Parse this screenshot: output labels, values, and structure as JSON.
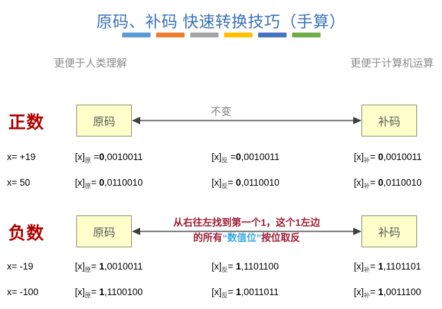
{
  "title": "原码、补码 快速转换技巧（手算）",
  "accent_colors": {
    "title": "#3b73b9",
    "section_label": "#b00000",
    "annotation": "#9e1b32",
    "annotation_highlight": "#35a8e0",
    "box_fill": "#ffffcc",
    "box_border": "#8a8a6a",
    "subtitle": "#8b8b8b",
    "arrow": "#7f7f7f"
  },
  "rule_bars": [
    {
      "name": "bar-blue-light",
      "color": "#5b9bd5"
    },
    {
      "name": "bar-orange",
      "color": "#ed7d31"
    },
    {
      "name": "bar-gray",
      "color": "#a5a5a5"
    },
    {
      "name": "bar-gold",
      "color": "#ffc000"
    },
    {
      "name": "bar-blue-dark",
      "color": "#4472c4"
    },
    {
      "name": "bar-green",
      "color": "#70ad47"
    }
  ],
  "subtitles": {
    "left": "更便于人类理解",
    "right": "更便于计算机运算"
  },
  "sections": [
    {
      "label": "正数",
      "left_box": "原码",
      "right_box": "补码",
      "arrow_label": "不变",
      "annotation_line1": "",
      "annotation_line2": "",
      "annotation_highlight": "",
      "rows": [
        {
          "x": "x= +19",
          "yuan_prefix": "[x]",
          "yuan_sub": "原",
          "yuan_eq": " =",
          "yuan_sign": "0",
          "yuan_bits": ",0010011",
          "fan_prefix": "[x]",
          "fan_sub": "反",
          "fan_eq": " =",
          "fan_sign": "0",
          "fan_bits": ",0010011",
          "bu_prefix": "[x]",
          "bu_sub": "补",
          "bu_eq": "= ",
          "bu_sign": "0",
          "bu_bits": ",0010011"
        },
        {
          "x": "x= 50",
          "yuan_prefix": "[x]",
          "yuan_sub": "原",
          "yuan_eq": "= ",
          "yuan_sign": "0",
          "yuan_bits": ",0110010",
          "fan_prefix": "[x]",
          "fan_sub": "反",
          "fan_eq": "= ",
          "fan_sign": "0",
          "fan_bits": ",0110010",
          "bu_prefix": "[x]",
          "bu_sub": "补",
          "bu_eq": "= ",
          "bu_sign": "0",
          "bu_bits": ",0110010"
        }
      ]
    },
    {
      "label": "负数",
      "left_box": "原码",
      "right_box": "补码",
      "arrow_label": "",
      "annotation_line1": "从右往左找到第一个1，这个1左边",
      "annotation_line2_pre": "的所有",
      "annotation_line2_hl": "“数值位”",
      "annotation_line2_post": "按位取反",
      "rows": [
        {
          "x": "x= -19",
          "yuan_prefix": "[x]",
          "yuan_sub": "原",
          "yuan_eq": "= ",
          "yuan_sign": "1",
          "yuan_bits": ",0010011",
          "fan_prefix": "[x]",
          "fan_sub": "反",
          "fan_eq": "= ",
          "fan_sign": "1",
          "fan_bits": ",1101100",
          "bu_prefix": "[x]",
          "bu_sub": "补",
          "bu_eq": "= ",
          "bu_sign": "1",
          "bu_bits": ",1101101"
        },
        {
          "x": "x= -100",
          "yuan_prefix": "[x]",
          "yuan_sub": "原",
          "yuan_eq": "= ",
          "yuan_sign": "1",
          "yuan_bits": ",1100100",
          "fan_prefix": "[x]",
          "fan_sub": "反",
          "fan_eq": "= ",
          "fan_sign": "1",
          "fan_bits": ",0011011",
          "bu_prefix": "[x]",
          "bu_sub": "补",
          "bu_eq": "= ",
          "bu_sign": "1",
          "bu_bits": ",0011100"
        }
      ]
    }
  ]
}
